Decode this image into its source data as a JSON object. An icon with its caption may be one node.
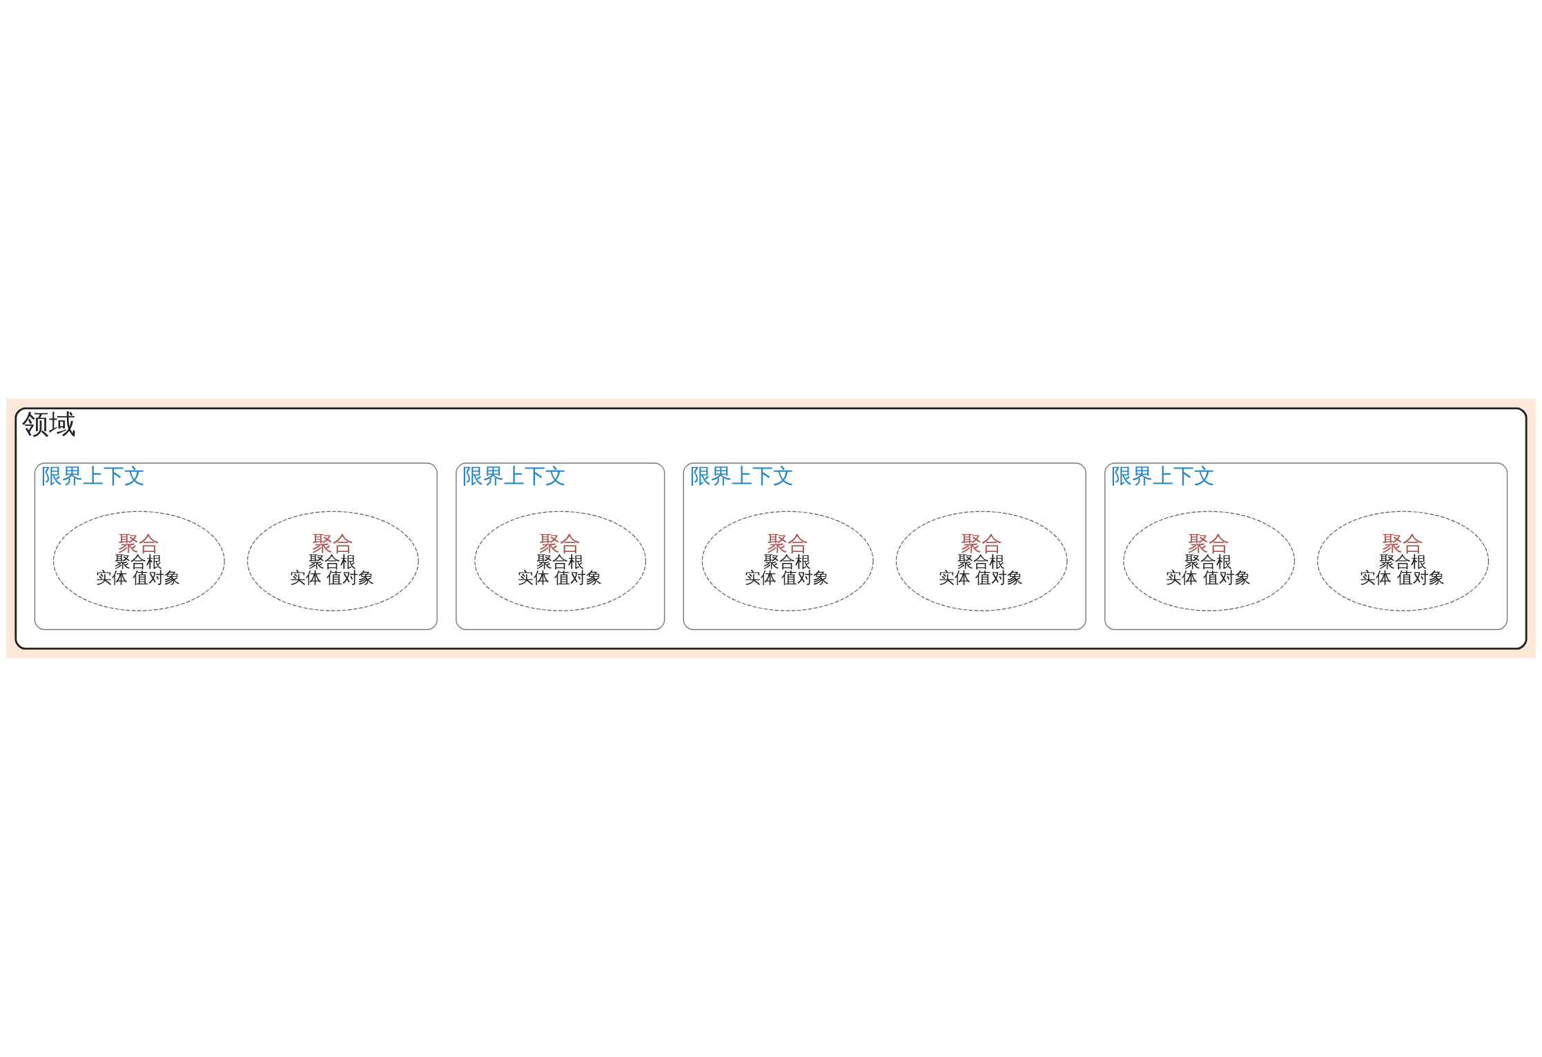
{
  "diagram": {
    "nodes": [
      {
        "text": [
          "领域"
        ]
      },
      {
        "text": [
          "限界上下文"
        ],
        "in": 0
      },
      {
        "text": [
          "聚合",
          "聚合根",
          "实体 值对象"
        ],
        "in": 1
      },
      {
        "text": [
          "聚合",
          "聚合根",
          "实体 值对象"
        ],
        "in": 1
      },
      {
        "text": [
          "限界上下文"
        ],
        "in": 0
      },
      {
        "text": [
          "聚合",
          "聚合根",
          "实体 值对象"
        ],
        "in": 4
      },
      {
        "text": [
          "聚合",
          "聚合根",
          "实体 值对象"
        ],
        "in": 4
      },
      {
        "text": [
          "限界上下文"
        ],
        "in": 0
      },
      {
        "text": [
          "聚合",
          "聚合根",
          "实体 值对象"
        ],
        "in": 7
      },
      {
        "text": [
          "限界上下文"
        ],
        "in": 0
      },
      {
        "text": [
          "聚合",
          "聚合根",
          "实体 值对象"
        ],
        "in": 9
      },
      {
        "text": [
          "聚合",
          "聚合根",
          "实体 值对象"
        ],
        "in": 9
      }
    ]
  }
}
